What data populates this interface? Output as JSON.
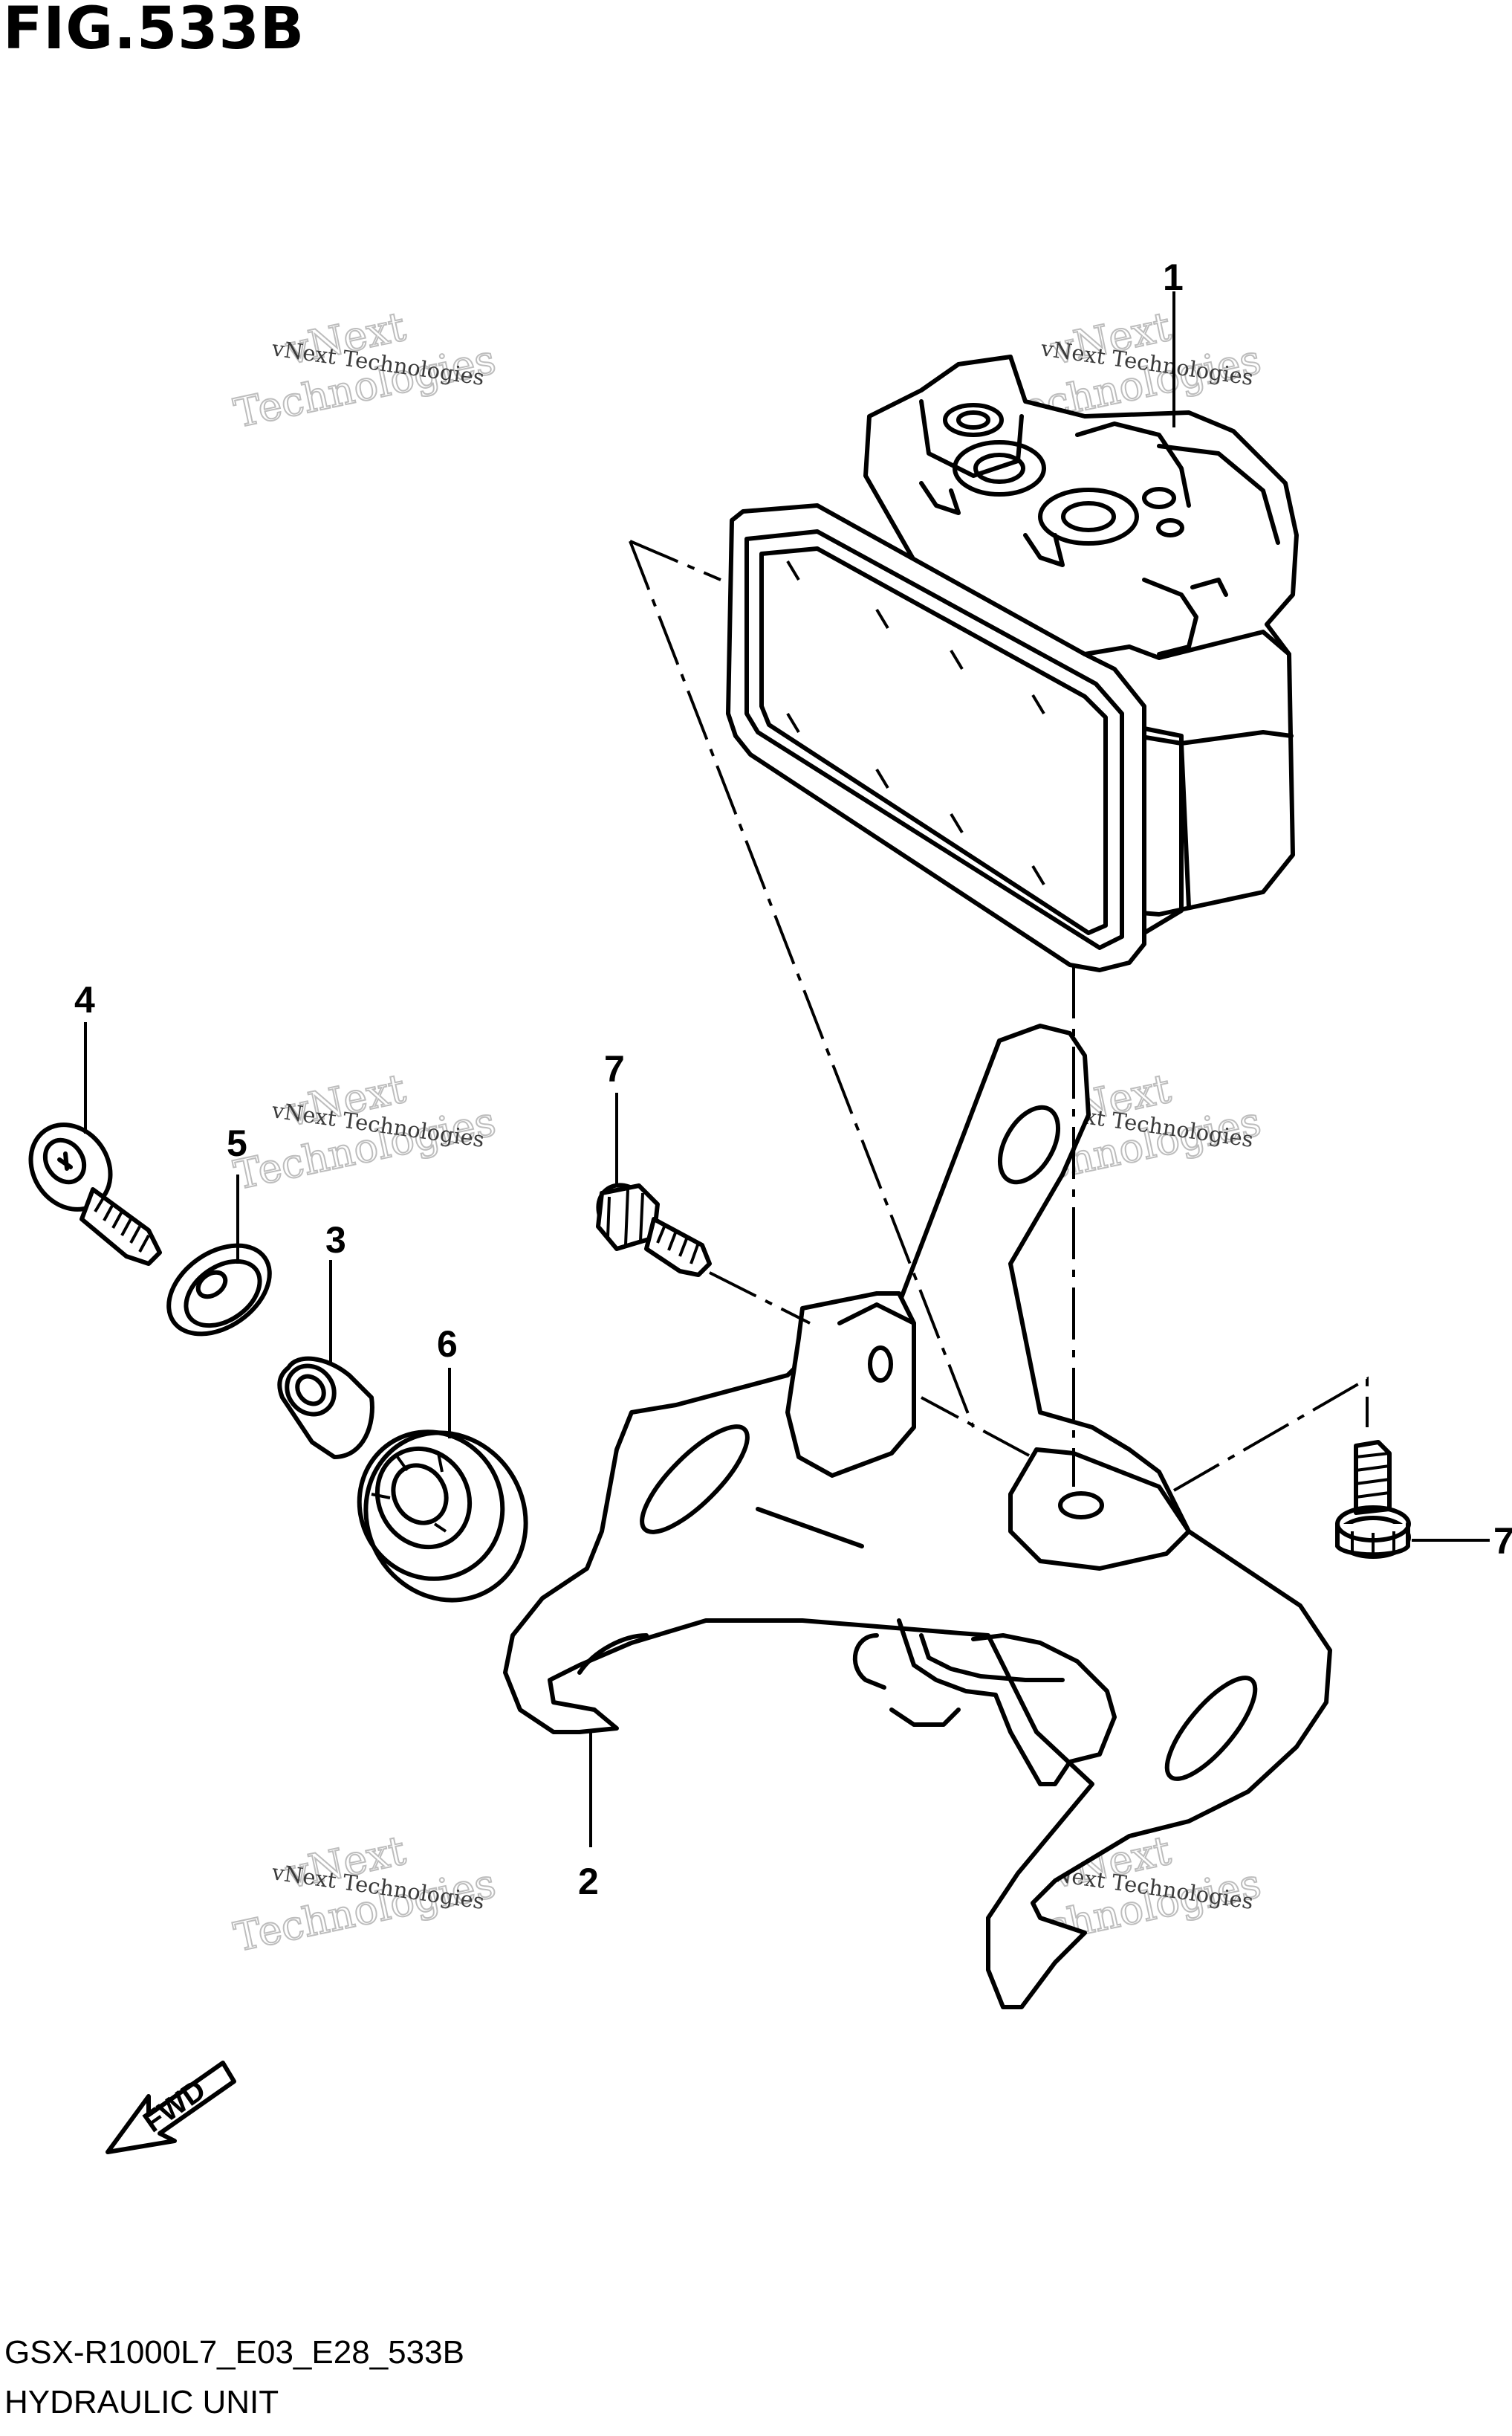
{
  "figure": {
    "title": "FIG.533B",
    "model_code": "GSX-R1000L7_E03_E28_533B",
    "name": "HYDRAULIC UNIT"
  },
  "callouts": [
    {
      "id": "1",
      "label": "1"
    },
    {
      "id": "2",
      "label": "2"
    },
    {
      "id": "3",
      "label": "3"
    },
    {
      "id": "4",
      "label": "4"
    },
    {
      "id": "5",
      "label": "5"
    },
    {
      "id": "6",
      "label": "6"
    },
    {
      "id": "7a",
      "label": "7"
    },
    {
      "id": "7b",
      "label": "7"
    }
  ],
  "direction_arrow": {
    "label": "FWD",
    "icon": "fwd-arrow-icon"
  },
  "watermark": {
    "line1": "vNext Technologies",
    "line2": "vNext",
    "line3": "Technologies"
  }
}
